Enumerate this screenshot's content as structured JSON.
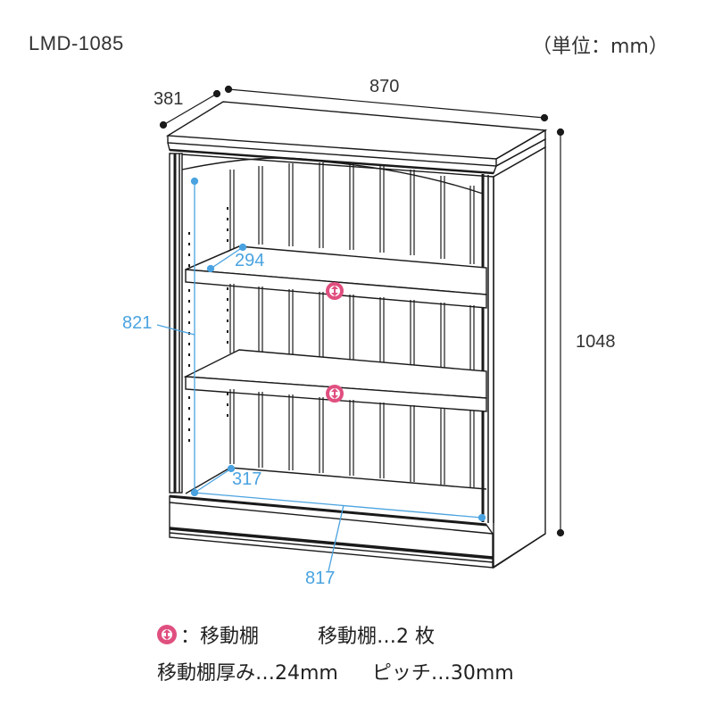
{
  "header": {
    "model": "LMD-1085",
    "unit_note": "（単位：mm）"
  },
  "dimensions": {
    "depth": "381",
    "width": "870",
    "height": "1048",
    "inner_height": "821",
    "shelf_depth": "294",
    "bottom_depth": "317",
    "inner_width": "817"
  },
  "legend": {
    "icon": "adjustable-shelf-icon",
    "icon_label": "：移動棚",
    "shelf_count": "移動棚…2 枚",
    "shelf_thickness": "移動棚厚み…24mm",
    "pitch": "ピッチ…30mm"
  },
  "colors": {
    "line": "#1a1a1a",
    "dimension_blue": "#4aa3e0",
    "shelf_marker_pink": "#e0507f"
  }
}
